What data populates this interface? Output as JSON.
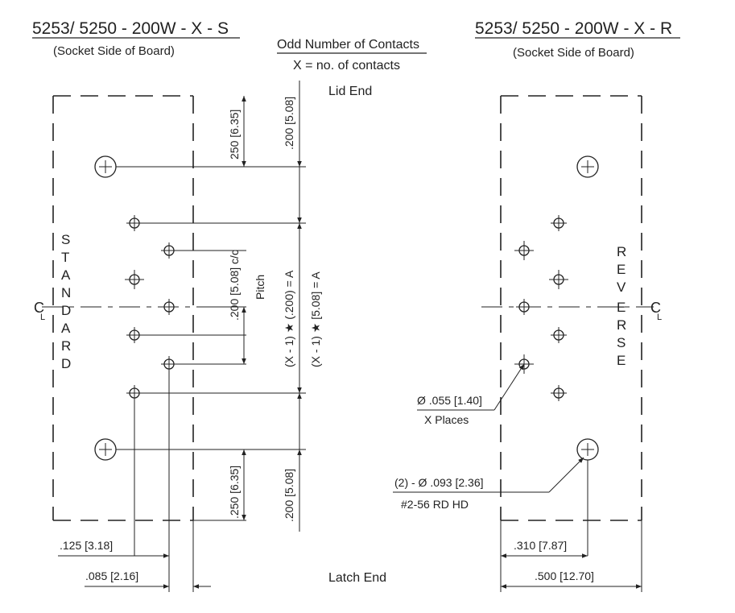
{
  "left_panel": {
    "title": "5253/ 5250 - 200W - X - S",
    "subtitle": "(Socket Side of Board)",
    "side_letters": [
      "S",
      "T",
      "A",
      "N",
      "D",
      "A",
      "R",
      "D"
    ]
  },
  "right_panel": {
    "title": "5253/ 5250 - 200W - X - R",
    "subtitle": "(Socket Side of Board)",
    "side_letters": [
      "R",
      "E",
      "V",
      "E",
      "R",
      "S",
      "E"
    ]
  },
  "center_note": {
    "line1": "Odd Number of Contacts",
    "line2": "X = no. of contacts",
    "lid_end": "Lid  End",
    "latch_end": "Latch  End"
  },
  "centerline_symbol": "C",
  "centerline_sub": "L",
  "dimensions": {
    "top_offset": "250 [6.35]",
    "bottom_offset": ".250 [6.35]",
    "top_200": ".200 [5.08]",
    "bottom_200": ".200 [5.08]",
    "pitch_cc": ".200 [5.08] c/c",
    "pitch_label": "Pitch",
    "formula_inch": "(X - 1) ★ (.200) = A",
    "formula_mm": "(X - 1) ★ [5.08] = A",
    "dim_125": ".125 [3.18]",
    "dim_085": ".085 [2.16]",
    "dim_310": ".310 [7.87]",
    "dim_500": ".500 [12.70]",
    "contact_hole": "Ø .055 [1.40]",
    "contact_places": "X  Places",
    "mount_hole": "(2) - Ø .093 [2.36]",
    "mount_screw": "#2-56 RD HD"
  }
}
